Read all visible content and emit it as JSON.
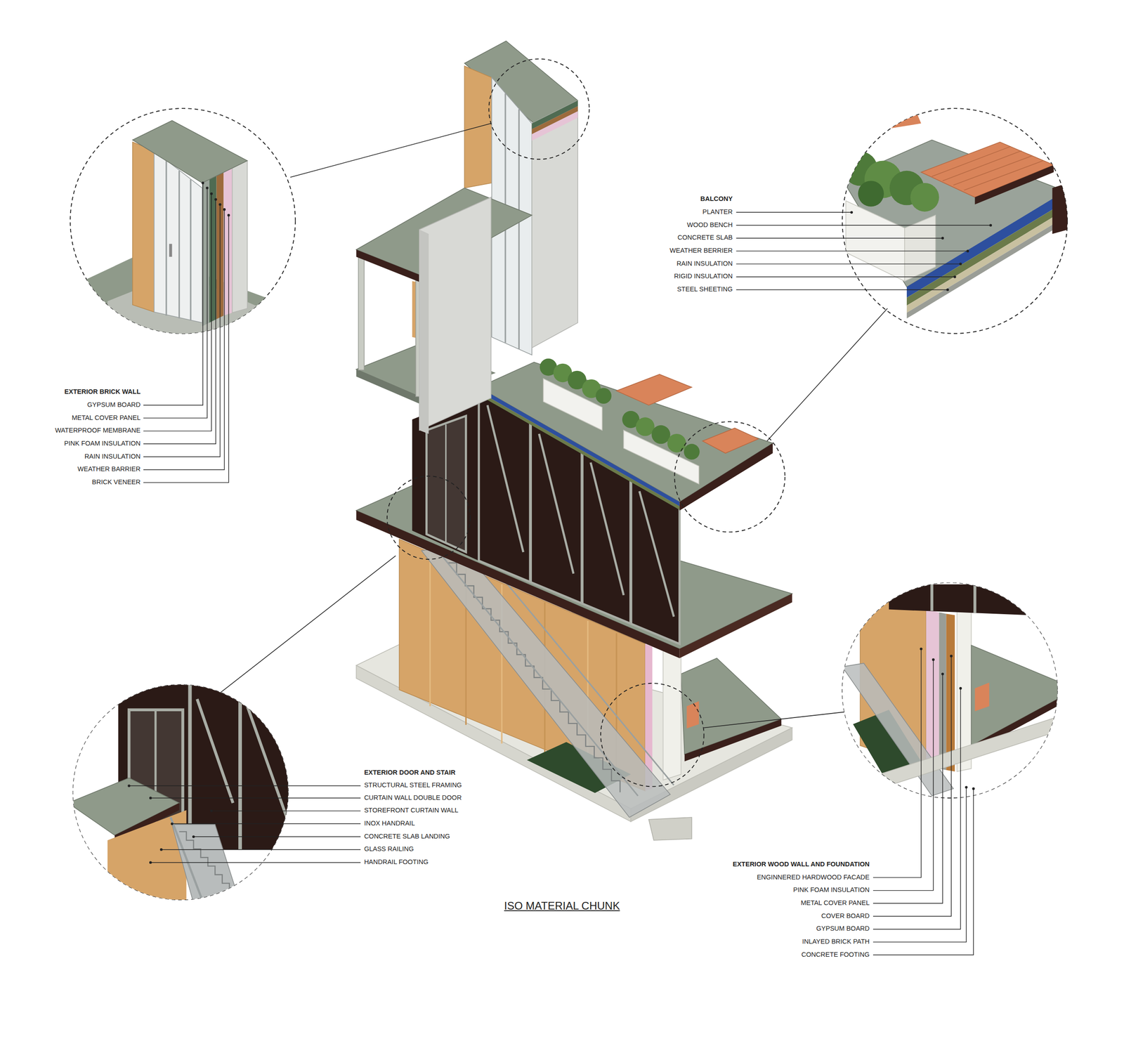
{
  "diagram": {
    "title": "ISO MATERIAL CHUNK",
    "labels": [
      "EXTERIOR BRICK WALL",
      "GYPSUM BOARD",
      "METAL COVER PANEL",
      "WATERPROOF MEMBRANE",
      "PINK FOAM INSULATION",
      "RAIN INSULATION",
      "WEATHER BARRIER",
      "BRICK VENEER",
      "BALCONY",
      "PLANTER",
      "WOOD BENCH",
      "CONCRETE SLAB",
      "WEATHER BERRIER",
      "RAIN INSULATION",
      "RIGID INSULATION",
      "STEEL SHEETING",
      "EXTERIOR DOOR AND STAIR",
      "STRUCTURAL STEEL FRAMING",
      "CURTAIN WALL DOUBLE DOOR",
      "STOREFRONT CURTAIN WALL",
      "INOX HANDRAIL",
      "CONCRETE SLAB LANDING",
      "GLASS RAILING",
      "HANDRAIL FOOTING",
      "EXTERIOR WOOD WALL AND FOUNDATION",
      "ENGINNERED HARDWOOD FACADE",
      "PINK FOAM INSULATION",
      "METAL COVER PANEL",
      "COVER BOARD",
      "GYPSUM BOARD",
      "INLAYED BRICK PATH",
      "CONCRETE FOOTING"
    ]
  }
}
